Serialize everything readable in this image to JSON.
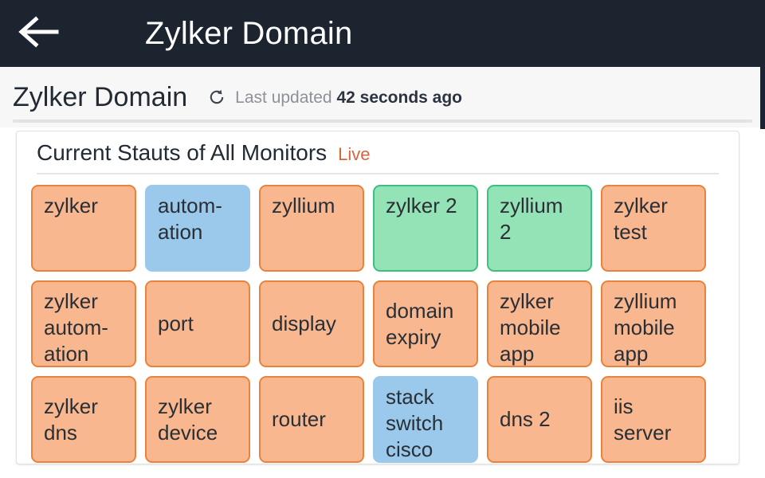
{
  "appbar": {
    "back_icon": "back-arrow-icon",
    "title": "Zylker Domain"
  },
  "subheader": {
    "title": "Zylker Domain",
    "refresh_icon": "refresh-icon",
    "updated_prefix": "Last updated",
    "updated_value": "42 seconds ago"
  },
  "card": {
    "title": "Current Stauts of All Monitors",
    "live_label": "Live",
    "live_color": "#d9643c",
    "status_colors": {
      "orange_fill": "#f8b78e",
      "orange_border": "#e8833d",
      "green_fill": "#94e3b6",
      "green_border": "#3fbf7f",
      "blue_fill": "#9ac9ec"
    },
    "monitors": [
      {
        "name": "zylker",
        "status": "orange",
        "align": "up"
      },
      {
        "name": "autom-\nation",
        "status": "blue",
        "align": "up"
      },
      {
        "name": "zyllium",
        "status": "orange",
        "align": "up"
      },
      {
        "name": "zylker 2",
        "status": "green",
        "align": "up"
      },
      {
        "name": "zyllium\n2",
        "status": "green",
        "align": "up"
      },
      {
        "name": "zylker\ntest",
        "status": "orange",
        "align": "up"
      },
      {
        "name": "zylker\nautom-\nation",
        "status": "orange",
        "align": "up"
      },
      {
        "name": "port",
        "status": "orange",
        "align": "center"
      },
      {
        "name": "display",
        "status": "orange",
        "align": "center"
      },
      {
        "name": "domain\nexpiry",
        "status": "orange",
        "align": "center"
      },
      {
        "name": "zylker\nmobile\napp",
        "status": "orange",
        "align": "up"
      },
      {
        "name": "zyllium\nmobile\napp",
        "status": "orange",
        "align": "up"
      },
      {
        "name": "zylker\ndns",
        "status": "orange",
        "align": "center"
      },
      {
        "name": "zylker\ndevice",
        "status": "orange",
        "align": "center"
      },
      {
        "name": "router",
        "status": "orange",
        "align": "center"
      },
      {
        "name": "stack\nswitch\ncisco",
        "status": "blue",
        "align": "up"
      },
      {
        "name": "dns 2",
        "status": "orange",
        "align": "center"
      },
      {
        "name": "iis\nserver",
        "status": "orange",
        "align": "center"
      }
    ]
  }
}
